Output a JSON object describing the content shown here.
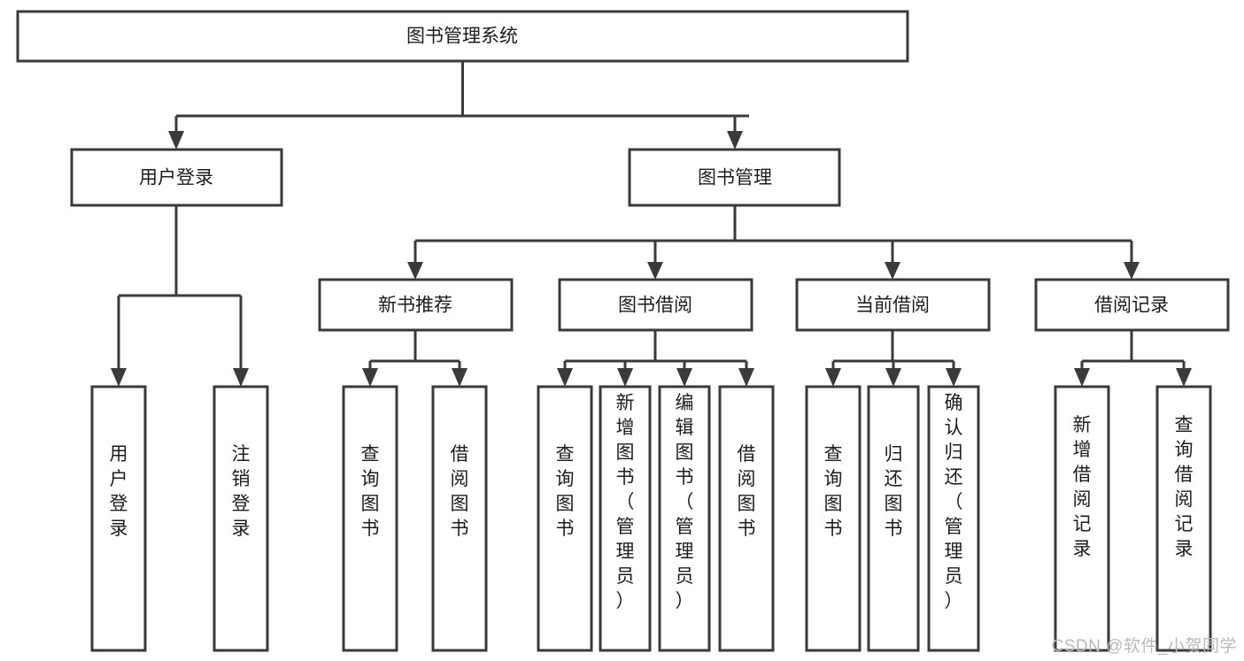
{
  "diagram": {
    "title": "图书管理系统",
    "type": "hierarchy-tree",
    "levels": 3,
    "root": {
      "id": "root",
      "label": "图书管理系统",
      "orientation": "horizontal"
    },
    "level1": [
      {
        "id": "user-login",
        "label": "用户登录",
        "orientation": "horizontal"
      },
      {
        "id": "book-management",
        "label": "图书管理",
        "orientation": "horizontal"
      }
    ],
    "level2": [
      {
        "id": "new-book-recommend",
        "label": "新书推荐",
        "orientation": "horizontal",
        "parent": "book-management"
      },
      {
        "id": "book-borrow",
        "label": "图书借阅",
        "orientation": "horizontal",
        "parent": "book-management"
      },
      {
        "id": "current-borrow",
        "label": "当前借阅",
        "orientation": "horizontal",
        "parent": "book-management"
      },
      {
        "id": "borrow-record",
        "label": "借阅记录",
        "orientation": "horizontal",
        "parent": "book-management"
      }
    ],
    "leaves": [
      {
        "id": "leaf-user-login",
        "label": "用户登录",
        "parent": "user-login",
        "orientation": "vertical"
      },
      {
        "id": "leaf-logout-login",
        "label": "注销登录",
        "parent": "user-login",
        "orientation": "vertical"
      },
      {
        "id": "leaf-query-book-1",
        "label": "查询图书",
        "parent": "new-book-recommend",
        "orientation": "vertical"
      },
      {
        "id": "leaf-borrow-book-1",
        "label": "借阅图书",
        "parent": "new-book-recommend",
        "orientation": "vertical"
      },
      {
        "id": "leaf-query-book-2",
        "label": "查询图书",
        "parent": "book-borrow",
        "orientation": "vertical"
      },
      {
        "id": "leaf-add-book",
        "label": "新增图书（管理员）",
        "parent": "book-borrow",
        "orientation": "vertical"
      },
      {
        "id": "leaf-edit-book",
        "label": "编辑图书（管理员）",
        "parent": "book-borrow",
        "orientation": "vertical"
      },
      {
        "id": "leaf-borrow-book-2",
        "label": "借阅图书",
        "parent": "book-borrow",
        "orientation": "vertical"
      },
      {
        "id": "leaf-query-book-3",
        "label": "查询图书",
        "parent": "current-borrow",
        "orientation": "vertical"
      },
      {
        "id": "leaf-return-book",
        "label": "归还图书",
        "parent": "current-borrow",
        "orientation": "vertical"
      },
      {
        "id": "leaf-confirm-return",
        "label": "确认归还（管理员）",
        "parent": "current-borrow",
        "orientation": "vertical"
      },
      {
        "id": "leaf-add-record",
        "label": "新增借阅记录",
        "parent": "borrow-record",
        "orientation": "vertical"
      },
      {
        "id": "leaf-query-record",
        "label": "查询借阅记录",
        "parent": "borrow-record",
        "orientation": "vertical"
      }
    ]
  },
  "watermark": {
    "text": "CSDN @软件_小贺同学"
  },
  "colors": {
    "stroke": "#3a3a3a",
    "fill": "#ffffff",
    "text": "#1c1c1c",
    "watermark": "#b9b9b9"
  }
}
